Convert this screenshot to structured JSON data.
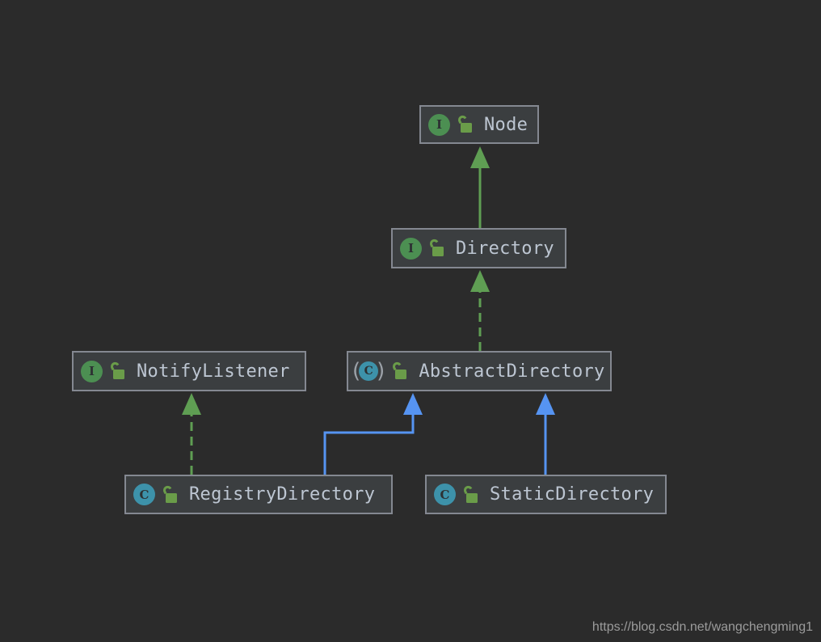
{
  "diagram": {
    "kind": "uml-class-diagram",
    "nodes": [
      {
        "label": "Node",
        "type": "interface",
        "badge": "I",
        "lock": "unlocked"
      },
      {
        "label": "Directory",
        "type": "interface",
        "badge": "I",
        "lock": "unlocked"
      },
      {
        "label": "NotifyListener",
        "type": "interface",
        "badge": "I",
        "lock": "unlocked"
      },
      {
        "label": "AbstractDirectory",
        "type": "abstract-class",
        "badge": "C",
        "lock": "unlocked",
        "paren_open": "(",
        "paren_close": ")"
      },
      {
        "label": "RegistryDirectory",
        "type": "class",
        "badge": "C",
        "lock": "unlocked"
      },
      {
        "label": "StaticDirectory",
        "type": "class",
        "badge": "C",
        "lock": "unlocked"
      }
    ],
    "edges": [
      {
        "from": "Directory",
        "to": "Node",
        "relation": "extends",
        "line": "solid",
        "color": "#5f9e53"
      },
      {
        "from": "AbstractDirectory",
        "to": "Directory",
        "relation": "implements",
        "line": "dashed",
        "color": "#5f9e53"
      },
      {
        "from": "RegistryDirectory",
        "to": "NotifyListener",
        "relation": "implements",
        "line": "dashed",
        "color": "#5f9e53"
      },
      {
        "from": "RegistryDirectory",
        "to": "AbstractDirectory",
        "relation": "extends",
        "line": "solid",
        "color": "#5694f2"
      },
      {
        "from": "StaticDirectory",
        "to": "AbstractDirectory",
        "relation": "extends",
        "line": "solid",
        "color": "#5694f2"
      }
    ],
    "watermark": "https://blog.csdn.net/wangchengming1",
    "colors": {
      "background": "#2b2b2b",
      "box_fill": "#3b3e40",
      "box_border": "#848891",
      "label_text": "#bdc6d2",
      "inheritance_green": "#5f9e53",
      "extends_blue": "#5694f2",
      "interface_icon_bg": "#4c8f52",
      "class_icon_bg": "#3d92aa",
      "icon_letter": "#2d3133",
      "lock_green": "#6a9c49",
      "paren_gray": "#9ba1a8",
      "watermark_text": "#9b9b9b"
    }
  }
}
